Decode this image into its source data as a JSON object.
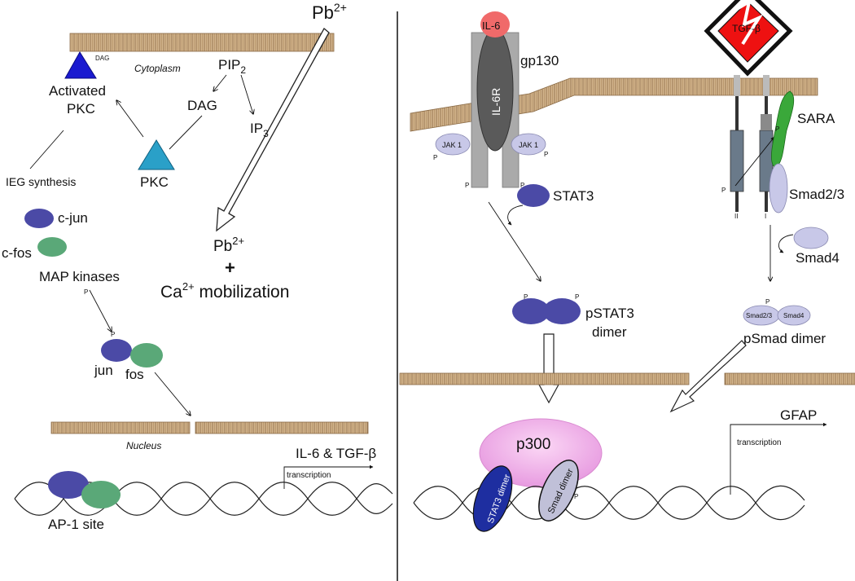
{
  "left": {
    "pb_top": "Pb",
    "pb_top_sup": "2+",
    "dag_small": "DAG",
    "cytoplasm": "Cytoplasm",
    "pip2": "PIP",
    "pip2_sub": "2",
    "activated_pkc_1": "Activated",
    "activated_pkc_2": "PKC",
    "dag": "DAG",
    "ip3": "IP",
    "ip3_sub": "3",
    "pkc": "PKC",
    "ieg": "IEG synthesis",
    "cjun": "c-jun",
    "cfos": "c-fos",
    "map_kinases": "MAP kinases",
    "p": "P",
    "jun": "jun",
    "fos": "fos",
    "pb_mid": "Pb",
    "pb_mid_sup": "2+",
    "plus": "+",
    "ca": "Ca",
    "ca_sup": "2+",
    "mobilization": " mobilization",
    "nucleus": "Nucleus",
    "il6_tgf": "IL-6 & TGF-β",
    "transcription": "transcription",
    "ap1": "AP-1 site"
  },
  "right": {
    "il6": "IL-6",
    "il6r": "IL-6R",
    "gp130": "gp130",
    "jak1": "JAK 1",
    "p": "P",
    "stat3": "STAT3",
    "pstat3_1": "pSTAT3",
    "pstat3_2": "dimer",
    "tgf": "TGF-β",
    "sara": "SARA",
    "smad23": "Smad2/3",
    "smad4": "Smad4",
    "smad23_small": "Smad2/3",
    "smad4_small": "Smad4",
    "psmad": "pSmad dimer",
    "ii": "II",
    "i": "I",
    "p300": "p300",
    "stat3_dimer": "STAT3 dimer",
    "smad_dimer": "Smad dimer",
    "gfap": "GFAP",
    "transcription": "transcription"
  },
  "colors": {
    "membrane": "#c9a77c",
    "membrane_dark": "#8a6a45",
    "jun_blue": "#4b4aa6",
    "fos_green": "#5aa878",
    "pkc_blue": "#1a1ad0",
    "pkc_teal": "#2aa0c8",
    "p300_pink": "#f0a8e8",
    "tgf_red": "#ee1111"
  }
}
